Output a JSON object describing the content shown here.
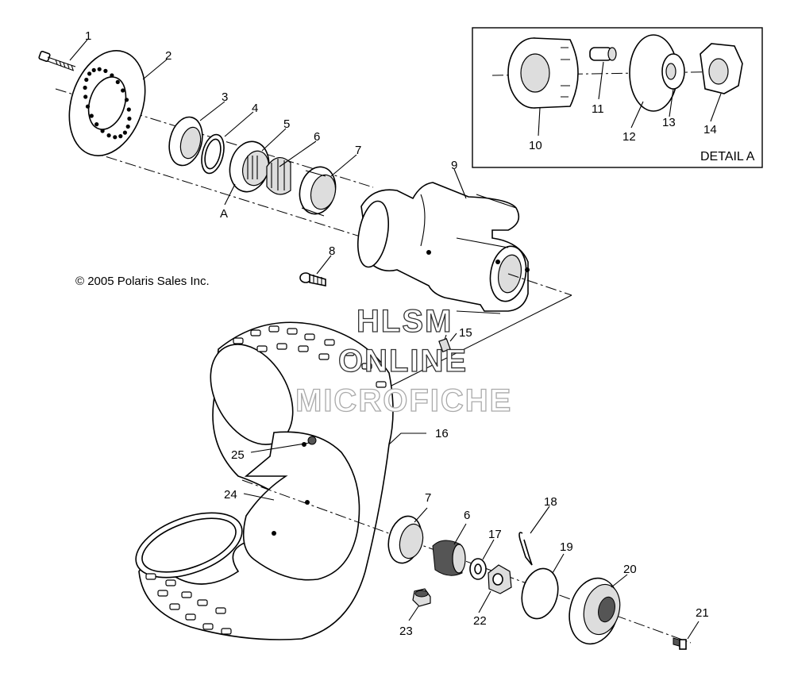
{
  "copyright": "© 2005 Polaris Sales Inc.",
  "detail_label": "DETAIL A",
  "assembly_ref": "A",
  "watermark": {
    "line1": "HLSM",
    "line2": "ONLINE",
    "line3": "MICROFICHE"
  },
  "callouts": {
    "c1": "1",
    "c2": "2",
    "c3": "3",
    "c4": "4",
    "c5": "5",
    "c6": "6",
    "c7": "7",
    "c8": "8",
    "c9": "9",
    "c10": "10",
    "c11": "11",
    "c12": "12",
    "c13": "13",
    "c14": "14",
    "c15": "15",
    "c16": "16",
    "c7b": "7",
    "c6b": "6",
    "c17": "17",
    "c18": "18",
    "c19": "19",
    "c20": "20",
    "c21": "21",
    "c22": "22",
    "c23": "23",
    "c24": "24",
    "c25": "25"
  }
}
